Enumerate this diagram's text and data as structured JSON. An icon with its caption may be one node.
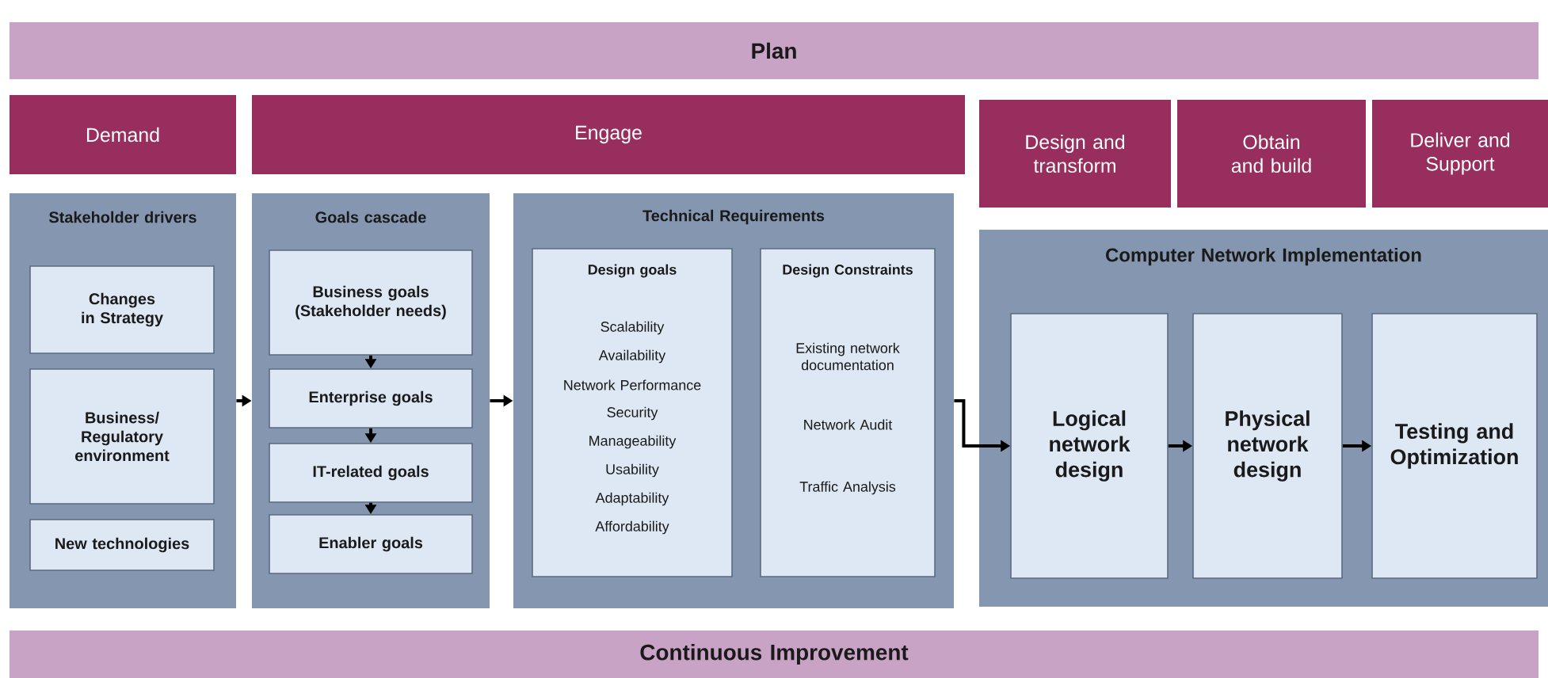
{
  "diagram": {
    "nodes": [
      {
        "text": [
          "Plan"
        ]
      },
      {
        "text": [
          "Demand"
        ]
      },
      {
        "text": [
          "Engage"
        ]
      },
      {
        "text": [
          "Design and transform"
        ]
      },
      {
        "text": [
          "Obtain and build"
        ]
      },
      {
        "text": [
          "Deliver and Support"
        ]
      },
      {
        "text": [
          "Stakeholder drivers"
        ]
      },
      {
        "text": [
          "Changes in Strategy"
        ],
        "in": 6
      },
      {
        "text": [
          "Business/ Regulatory environment"
        ],
        "in": 6
      },
      {
        "text": [
          "New technologies"
        ],
        "in": 6
      },
      {
        "text": [
          "Goals cascade"
        ]
      },
      {
        "text": [
          "Business goals (Stakeholder needs)"
        ],
        "in": 10
      },
      {
        "text": [
          "Enterprise goals"
        ],
        "in": 10
      },
      {
        "text": [
          "IT-related goals"
        ],
        "in": 10
      },
      {
        "text": [
          "Enabler goals"
        ],
        "in": 10
      },
      {
        "text": [
          "Technical Requirements"
        ]
      },
      {
        "text": [
          "Design goals",
          "Scalability",
          "Availability",
          "Network Performance",
          "Security",
          "Manageability",
          "Usability",
          "Adaptability",
          "Affordability"
        ],
        "in": 15
      },
      {
        "text": [
          "Design Constraints",
          "Existing network documentation",
          "Network Audit",
          "Traffic Analysis"
        ],
        "in": 15
      },
      {
        "text": [
          "Computer Network Implementation"
        ]
      },
      {
        "text": [
          "Logical network design"
        ],
        "in": 18
      },
      {
        "text": [
          "Physical network design"
        ],
        "in": 18
      },
      {
        "text": [
          "Testing and Optimization"
        ],
        "in": 18
      },
      {
        "text": [
          "Continuous Improvement"
        ]
      }
    ],
    "edges": [
      {
        "from": 6,
        "to": 10,
        "arrow": "to"
      },
      {
        "from": 11,
        "to": 12,
        "arrow": "to"
      },
      {
        "from": 12,
        "to": 13,
        "arrow": "to"
      },
      {
        "from": 13,
        "to": 14,
        "arrow": "to"
      },
      {
        "from": 10,
        "to": 15,
        "arrow": "to"
      },
      {
        "from": 15,
        "to": 19,
        "arrow": "to"
      },
      {
        "from": 19,
        "to": 20,
        "arrow": "to"
      },
      {
        "from": 20,
        "to": 21,
        "arrow": "to"
      }
    ]
  }
}
